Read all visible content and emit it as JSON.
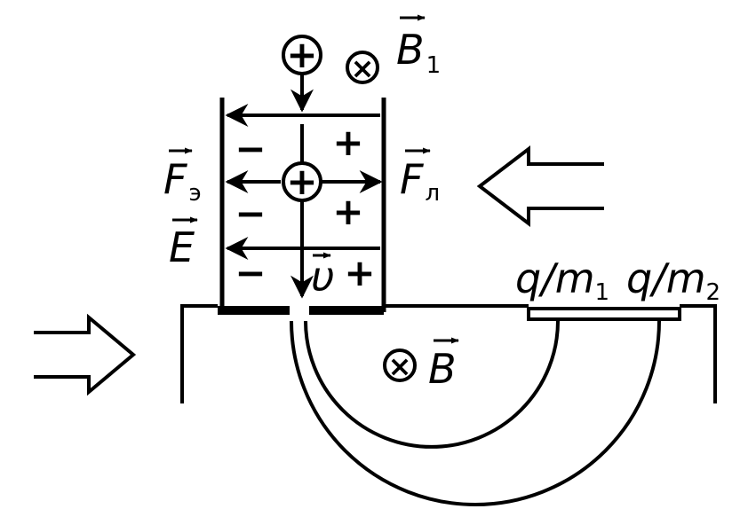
{
  "labels": {
    "b1": "B",
    "b1_sub": "1",
    "f_e": "F",
    "f_e_sub": "э",
    "f_l": "F",
    "f_l_sub": "л",
    "e": "E",
    "v": "υ",
    "b": "B",
    "qm1": "q/m",
    "qm1_sub": "1",
    "qm2": "q/m",
    "qm2_sub": "2"
  },
  "plate_signs": {
    "left": [
      "−",
      "−",
      "−"
    ],
    "right": [
      "+",
      "+",
      "+"
    ]
  },
  "particle_charge": "+",
  "field_symbol": "×",
  "colors": {
    "ink": "#000000",
    "paper": "#ffffff"
  }
}
